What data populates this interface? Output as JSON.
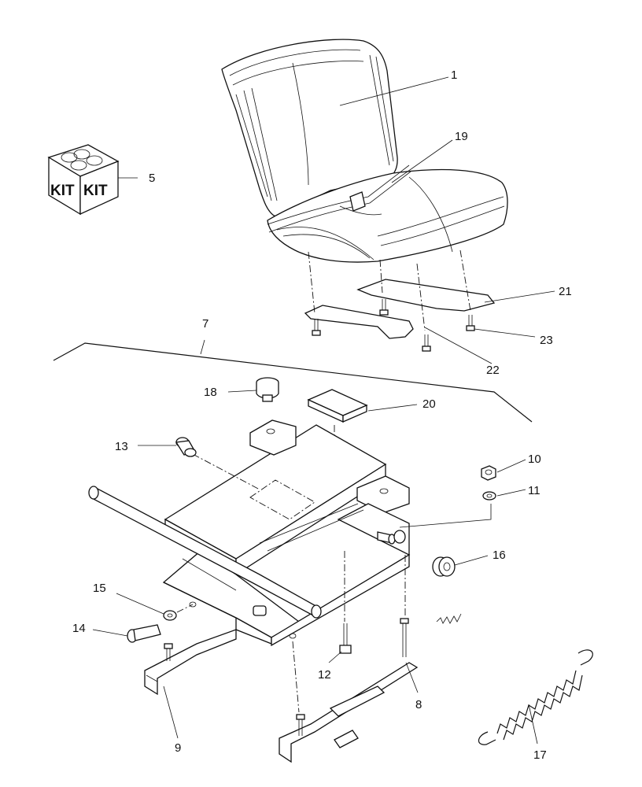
{
  "diagram": {
    "kit_box_label": "KIT",
    "callouts": {
      "c1": "1",
      "c5": "5",
      "c7": "7",
      "c8": "8",
      "c9": "9",
      "c10": "10",
      "c11": "11",
      "c12": "12",
      "c13": "13",
      "c14": "14",
      "c15": "15",
      "c16": "16",
      "c17": "17",
      "c18": "18",
      "c19": "19",
      "c20": "20",
      "c21": "21",
      "c22": "22",
      "c23": "23"
    }
  }
}
